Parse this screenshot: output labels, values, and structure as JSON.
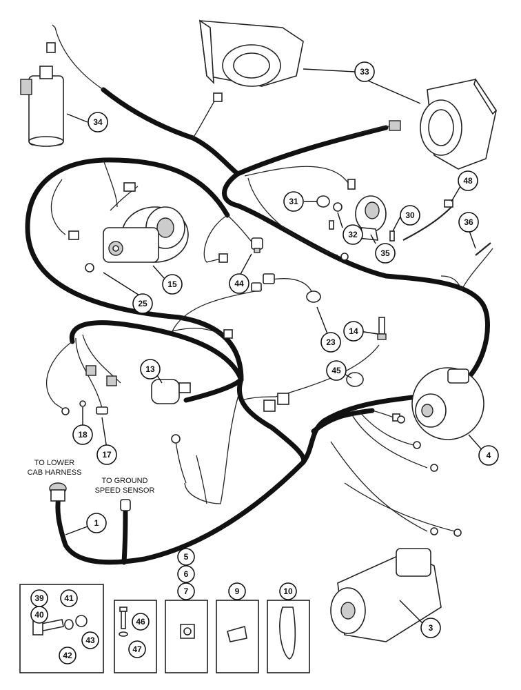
{
  "notes": {
    "lower_cab_line1": "TO LOWER",
    "lower_cab_line2": "CAB HARNESS",
    "ground_speed_line1": "TO GROUND",
    "ground_speed_line2": "SPEED SENSOR"
  },
  "callouts": {
    "n1": "1",
    "n3": "3",
    "n4": "4",
    "n5": "5",
    "n6": "6",
    "n7": "7",
    "n9": "9",
    "n10": "10",
    "n13": "13",
    "n14": "14",
    "n15": "15",
    "n17": "17",
    "n18": "18",
    "n23": "23",
    "n25": "25",
    "n30": "30",
    "n31": "31",
    "n32": "32",
    "n33": "33",
    "n34": "34",
    "n35": "35",
    "n36": "36",
    "n39": "39",
    "n40": "40",
    "n41": "41",
    "n42": "42",
    "n43": "43",
    "n44": "44",
    "n45": "45",
    "n46": "46",
    "n47": "47",
    "n48": "48"
  }
}
